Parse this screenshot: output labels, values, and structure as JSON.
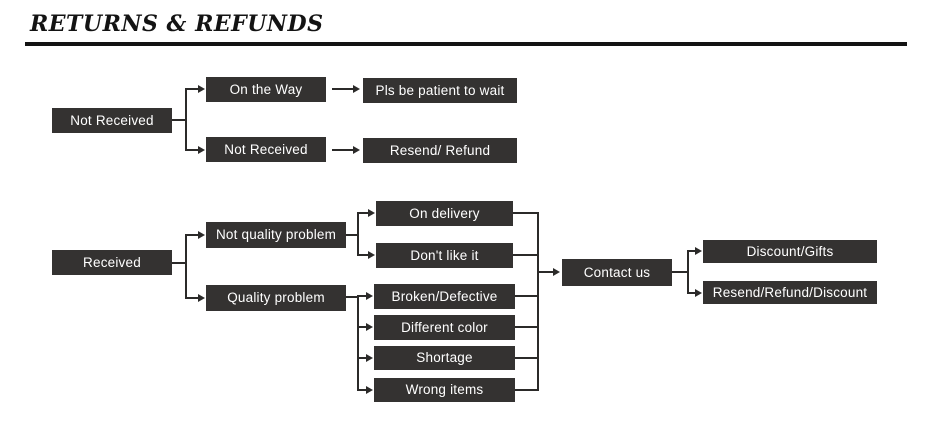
{
  "title": "RETURNS & REFUNDS",
  "colors": {
    "box_bg": "#343231",
    "box_text": "#ffffff",
    "line": "#2b2a29",
    "title": "#131313",
    "page_bg": "#ffffff"
  },
  "flowchart": {
    "not_received_flow": {
      "root": "Not Received",
      "branch_on_the_way": {
        "label": "On the Way",
        "outcome": "Pls be patient to wait"
      },
      "branch_not_received": {
        "label": "Not Received",
        "outcome": "Resend/ Refund"
      }
    },
    "received_flow": {
      "root": "Received",
      "not_quality_problem": {
        "label": "Not quality problem",
        "cases": [
          "On delivery",
          "Don't like it"
        ]
      },
      "quality_problem": {
        "label": "Quality problem",
        "cases": [
          "Broken/Defective",
          "Different color",
          "Shortage",
          "Wrong items"
        ]
      },
      "contact": "Contact us",
      "outcomes": [
        "Discount/Gifts",
        "Resend/Refund/Discount"
      ]
    }
  }
}
